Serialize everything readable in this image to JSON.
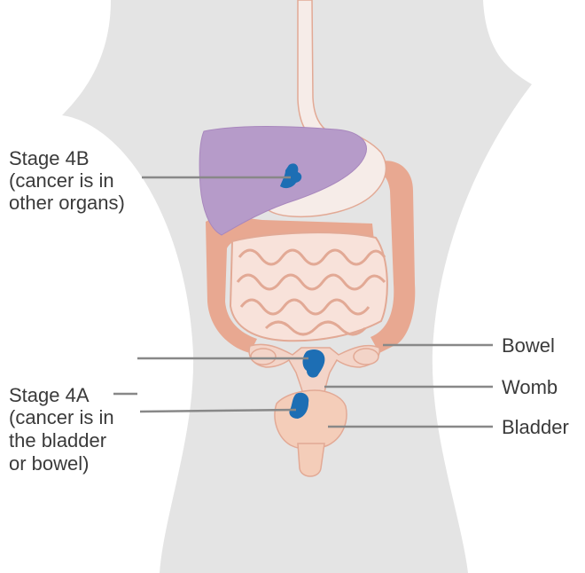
{
  "diagram": {
    "colors": {
      "background": "#ffffff",
      "body_silhouette": "#e4e4e4",
      "liver": "#b69bc9",
      "stomach": "#f6ece8",
      "esophagus": "#f6ece8",
      "intestine_fill": "#f8e2da",
      "intestine_outline": "#e2a995",
      "bowel": "#e8a891",
      "womb": "#f3d4c8",
      "bladder": "#f4cdb9",
      "tumor": "#1d6eb4",
      "label_line": "#888888",
      "text": "#3a3a3a"
    },
    "labels": {
      "stage4b": [
        "Stage 4B",
        "(cancer is in",
        "other organs)"
      ],
      "stage4a": [
        "Stage 4A",
        "(cancer is in",
        "the bladder",
        "or bowel)"
      ],
      "bowel": "Bowel",
      "womb": "Womb",
      "bladder": "Bladder"
    }
  }
}
